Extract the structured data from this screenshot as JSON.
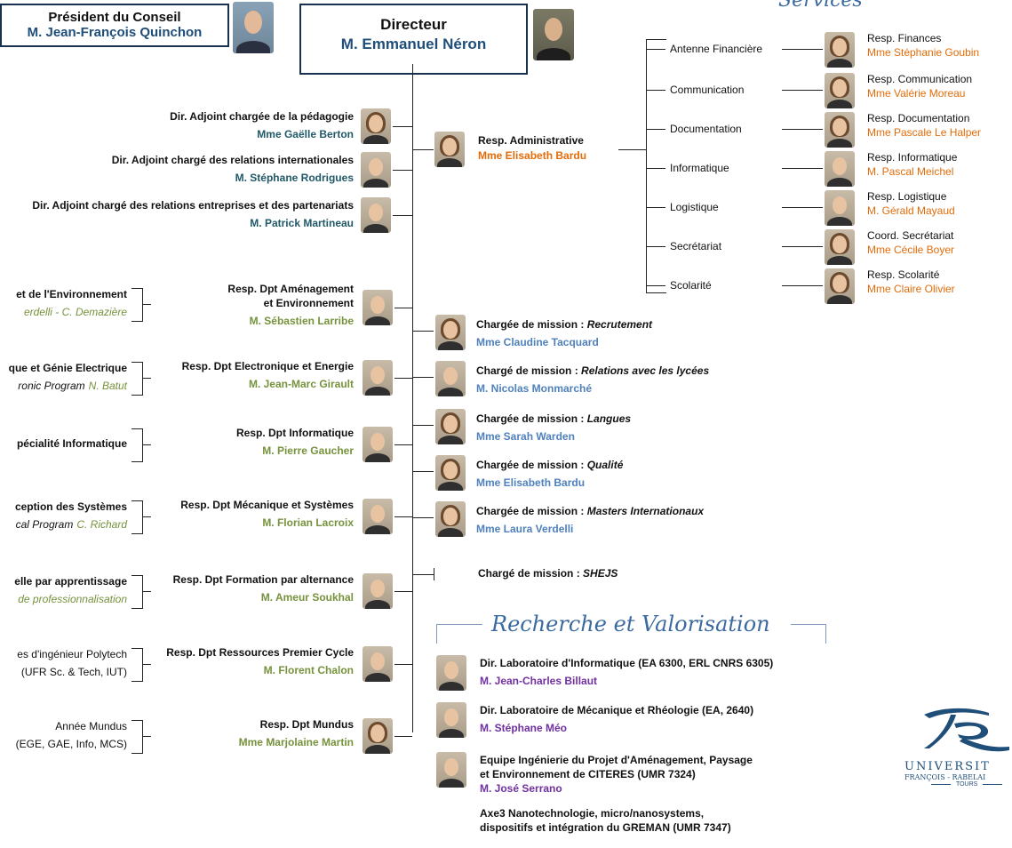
{
  "header": {
    "president_title": "Président du Conseil",
    "president_name": "M. Jean-François Quinchon",
    "director_title": "Directeur",
    "director_name": "M. Emmanuel Néron"
  },
  "deputies": [
    {
      "title": "Dir. Adjoint chargée de la pédagogie",
      "name": "Mme Gaëlle Berton",
      "gender": "f"
    },
    {
      "title": "Dir. Adjoint chargé des relations internationales",
      "name": "M. Stéphane Rodrigues",
      "gender": "m"
    },
    {
      "title": "Dir. Adjoint chargé des relations entreprises et des partenariats",
      "name": "M. Patrick Martineau",
      "gender": "m"
    }
  ],
  "departments": [
    {
      "title_line1": "Resp. Dpt Aménagement",
      "title_line2": "et Environnement",
      "name": "M. Sébastien Larribe",
      "left_line1": "et de l'Environnement",
      "left_line2": "erdelli - C. Demazière",
      "left_prefix": ""
    },
    {
      "title_line1": "Resp. Dpt Electronique et Energie",
      "title_line2": "",
      "name": "M. Jean-Marc Girault",
      "left_line1": "que et Génie Electrique",
      "left_line2": "ronic Program",
      "left_prefix": "N. Batut"
    },
    {
      "title_line1": "Resp. Dpt Informatique",
      "title_line2": "",
      "name": "M. Pierre Gaucher",
      "left_line1": "pécialité Informatique",
      "left_line2": "",
      "left_prefix": ""
    },
    {
      "title_line1": "Resp. Dpt Mécanique et Systèmes",
      "title_line2": "",
      "name": "M. Florian Lacroix",
      "left_line1": "ception des Systèmes",
      "left_line2": "cal Program",
      "left_prefix": "C. Richard"
    },
    {
      "title_line1": "Resp. Dpt Formation par alternance",
      "title_line2": "",
      "name": "M. Ameur Soukhal",
      "left_line1": "elle par apprentissage",
      "left_line2": "de professionnalisation",
      "left_prefix": ""
    },
    {
      "title_line1": "Resp. Dpt Ressources Premier Cycle",
      "title_line2": "",
      "name": "M. Florent Chalon",
      "left_line1": "es d'ingénieur Polytech",
      "left_line2": "(UFR Sc. & Tech, IUT)",
      "left_prefix": ""
    },
    {
      "title_line1": "Resp. Dpt Mundus",
      "title_line2": "",
      "name": "Mme Marjolaine Martin",
      "left_line1": "Année Mundus",
      "left_line2": "(EGE, GAE, Info, MCS)",
      "left_prefix": ""
    }
  ],
  "admin": {
    "title": "Resp. Administrative",
    "name": "Mme Elisabeth Bardu"
  },
  "services_heading": "Services",
  "services": [
    {
      "label": "Antenne Financière",
      "resp": "Resp. Finances",
      "name": "Mme Stéphanie Goubin"
    },
    {
      "label": "Communication",
      "resp": "Resp. Communication",
      "name": "Mme Valérie Moreau"
    },
    {
      "label": "Documentation",
      "resp": "Resp. Documentation",
      "name": "Mme Pascale Le Halper"
    },
    {
      "label": "Informatique",
      "resp": "Resp. Informatique",
      "name": "M. Pascal Meichel"
    },
    {
      "label": "Logistique",
      "resp": "Resp. Logistique",
      "name": "M. Gérald Mayaud"
    },
    {
      "label": "Secrétariat",
      "resp": "Coord. Secrétariat",
      "name": "Mme Cécile Boyer"
    },
    {
      "label": "Scolarité",
      "resp": "Resp. Scolarité",
      "name": "Mme Claire Olivier"
    }
  ],
  "missions": [
    {
      "prefix": "Chargée de mission : ",
      "topic": "Recrutement",
      "name": "Mme Claudine Tacquard"
    },
    {
      "prefix": "Chargé de mission : ",
      "topic": "Relations avec les lycées",
      "name": "M. Nicolas Monmarché"
    },
    {
      "prefix": "Chargée de mission : ",
      "topic": "Langues",
      "name": "Mme Sarah Warden"
    },
    {
      "prefix": "Chargée de mission : ",
      "topic": "Qualité",
      "name": "Mme Elisabeth Bardu"
    },
    {
      "prefix": "Chargée de mission : ",
      "topic": "Masters Internationaux",
      "name": "Mme Laura Verdelli"
    },
    {
      "prefix": "Chargé de mission : ",
      "topic": "SHEJS",
      "name": ""
    }
  ],
  "research": {
    "heading": "Recherche et Valorisation",
    "items": [
      {
        "title": "Dir. Laboratoire d'Informatique (EA 6300, ERL CNRS 6305)",
        "title2": "",
        "name": "M. Jean-Charles Billaut"
      },
      {
        "title": "Dir. Laboratoire de Mécanique et Rhéologie (EA, 2640)",
        "title2": "",
        "name": "M. Stéphane Méo"
      },
      {
        "title": "Equipe Ingénierie du Projet d'Aménagement, Paysage",
        "title2": "et Environnement de CITERES (UMR 7324)",
        "name": "M. José Serrano"
      },
      {
        "title": "Axe3 Nanotechnologie, micro/nanosystems,",
        "title2": "dispositifs et intégration du GREMAN (UMR 7347)",
        "name": ""
      }
    ]
  },
  "logo": {
    "line1": "UNIVERSIT",
    "line2": "FRANÇOIS - RABELAI",
    "line3": "TOURS"
  }
}
